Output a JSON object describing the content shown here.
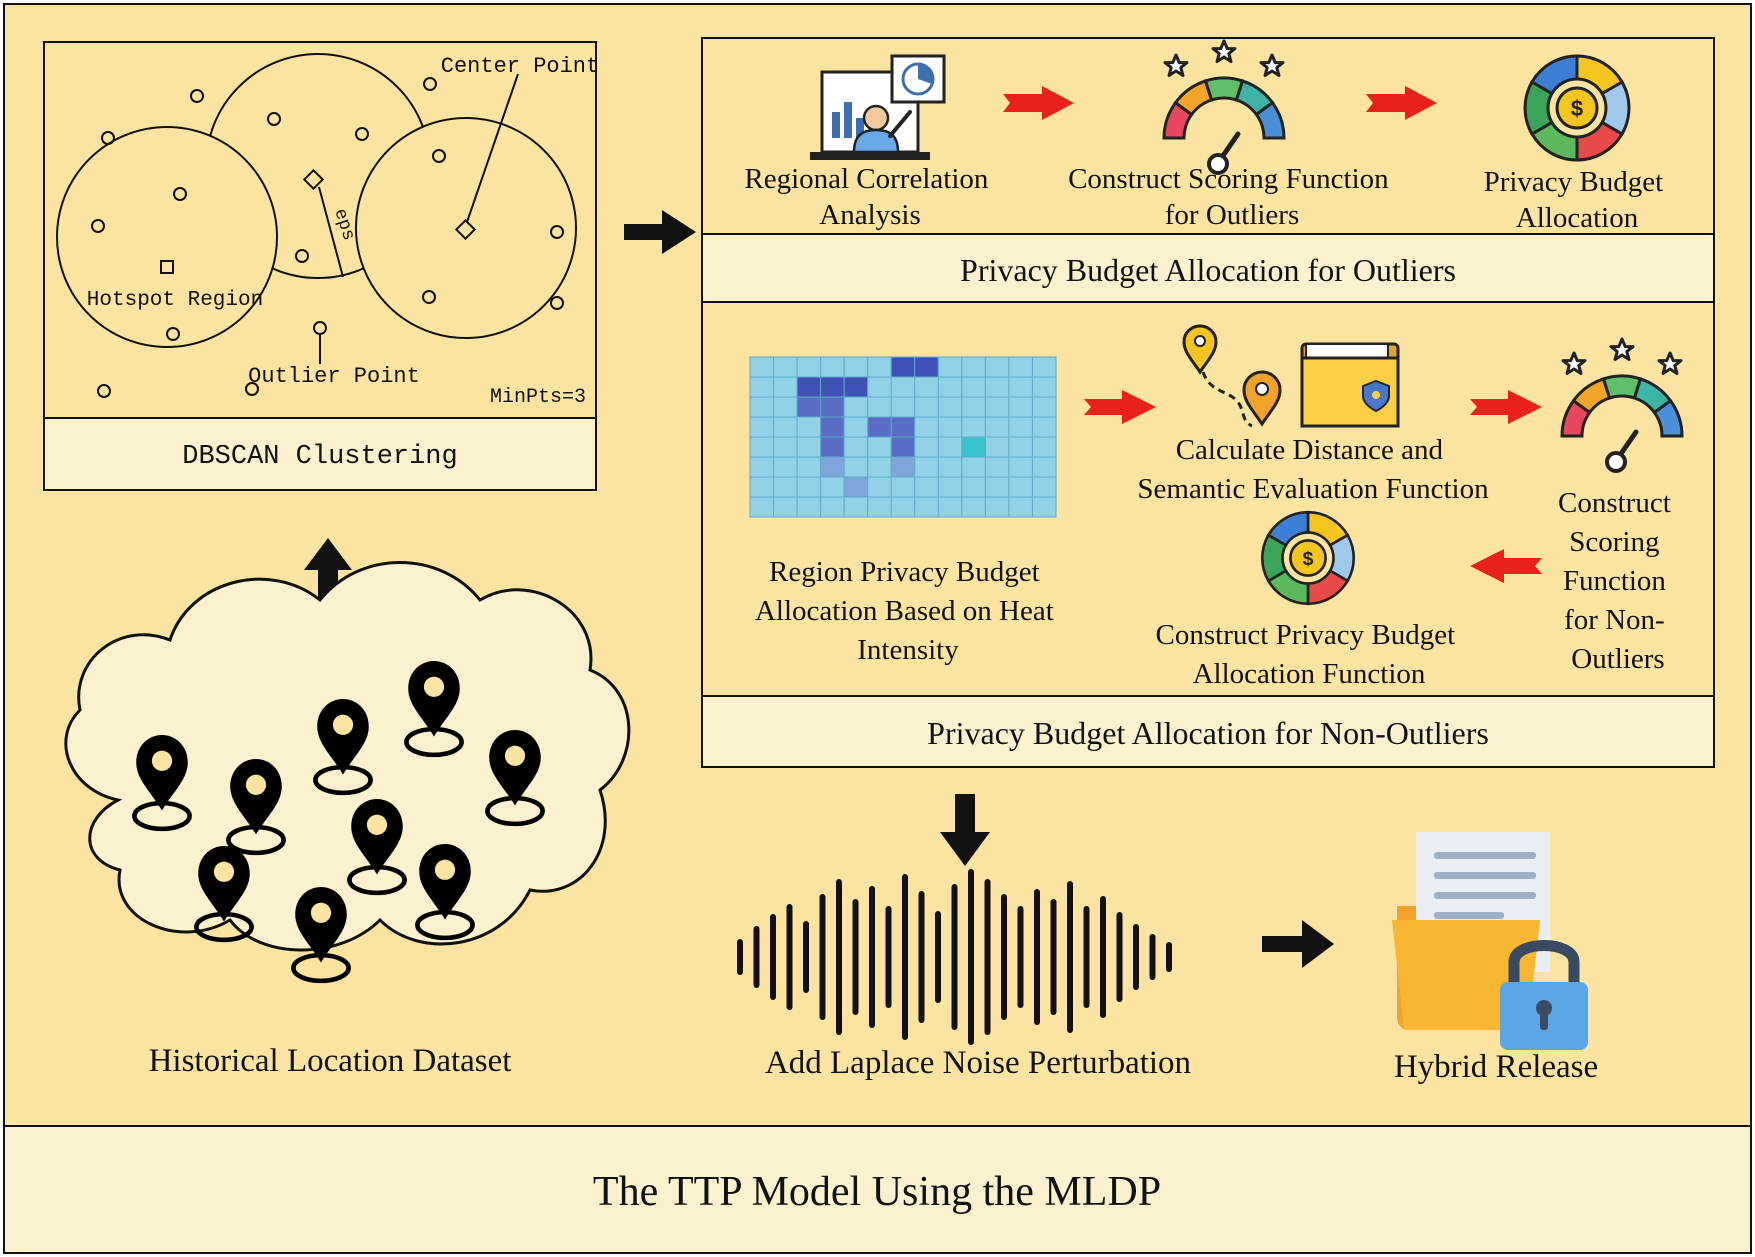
{
  "colors": {
    "background": "#fbe3a2",
    "panel": "#fdf3d0",
    "title_bar": "#fcf1cf",
    "red_arrow": "#e8211c",
    "heat_base": "#92d2e9",
    "heat_dark": "#3f51b5",
    "heat_mid": "#5b6cc7",
    "heat_light": "#7ea6da",
    "heat_cyan": "#39c4d0",
    "ink": "#111111"
  },
  "title": "The TTP Model Using the MLDP",
  "dbscan": {
    "center_point": "Center Point",
    "eps": "eps",
    "hotspot_region": "Hotspot Region",
    "outlier_point": "Outlier Point",
    "minpts": "MinPts=3",
    "label": "DBSCAN Clustering"
  },
  "outliers": {
    "step1": [
      "Regional Correlation",
      "Analysis"
    ],
    "step2": [
      "Construct Scoring Function",
      "for Outliers"
    ],
    "step3": [
      "Privacy Budget",
      "Allocation"
    ],
    "title": "Privacy Budget Allocation for Outliers"
  },
  "non_outliers": {
    "heat": [
      "Region Privacy Budget",
      "Allocation Based on Heat",
      "Intensity"
    ],
    "distance": [
      "Calculate Distance and",
      "Semantic Evaluation Function"
    ],
    "scoring": [
      "Construct",
      "Scoring",
      "Function",
      "for  Non-",
      "Outliers"
    ],
    "budget_fn": [
      "Construct Privacy Budget",
      "Allocation Function"
    ],
    "title": "Privacy Budget Allocation for Non-Outliers"
  },
  "dataset_label": "Historical Location Dataset",
  "noise_label": "Add Laplace Noise Perturbation",
  "release_label": "Hybrid Release",
  "icons": {
    "analysis": "presentation-analysis-icon",
    "gauge": "scoring-gauge-icon",
    "budget": "budget-pie-icon",
    "route": "route-pins-icon",
    "folder": "badge-folder-icon",
    "pin": "location-pin-icon",
    "wave": "sound-wave-icon",
    "lock": "locked-folder-icon"
  }
}
